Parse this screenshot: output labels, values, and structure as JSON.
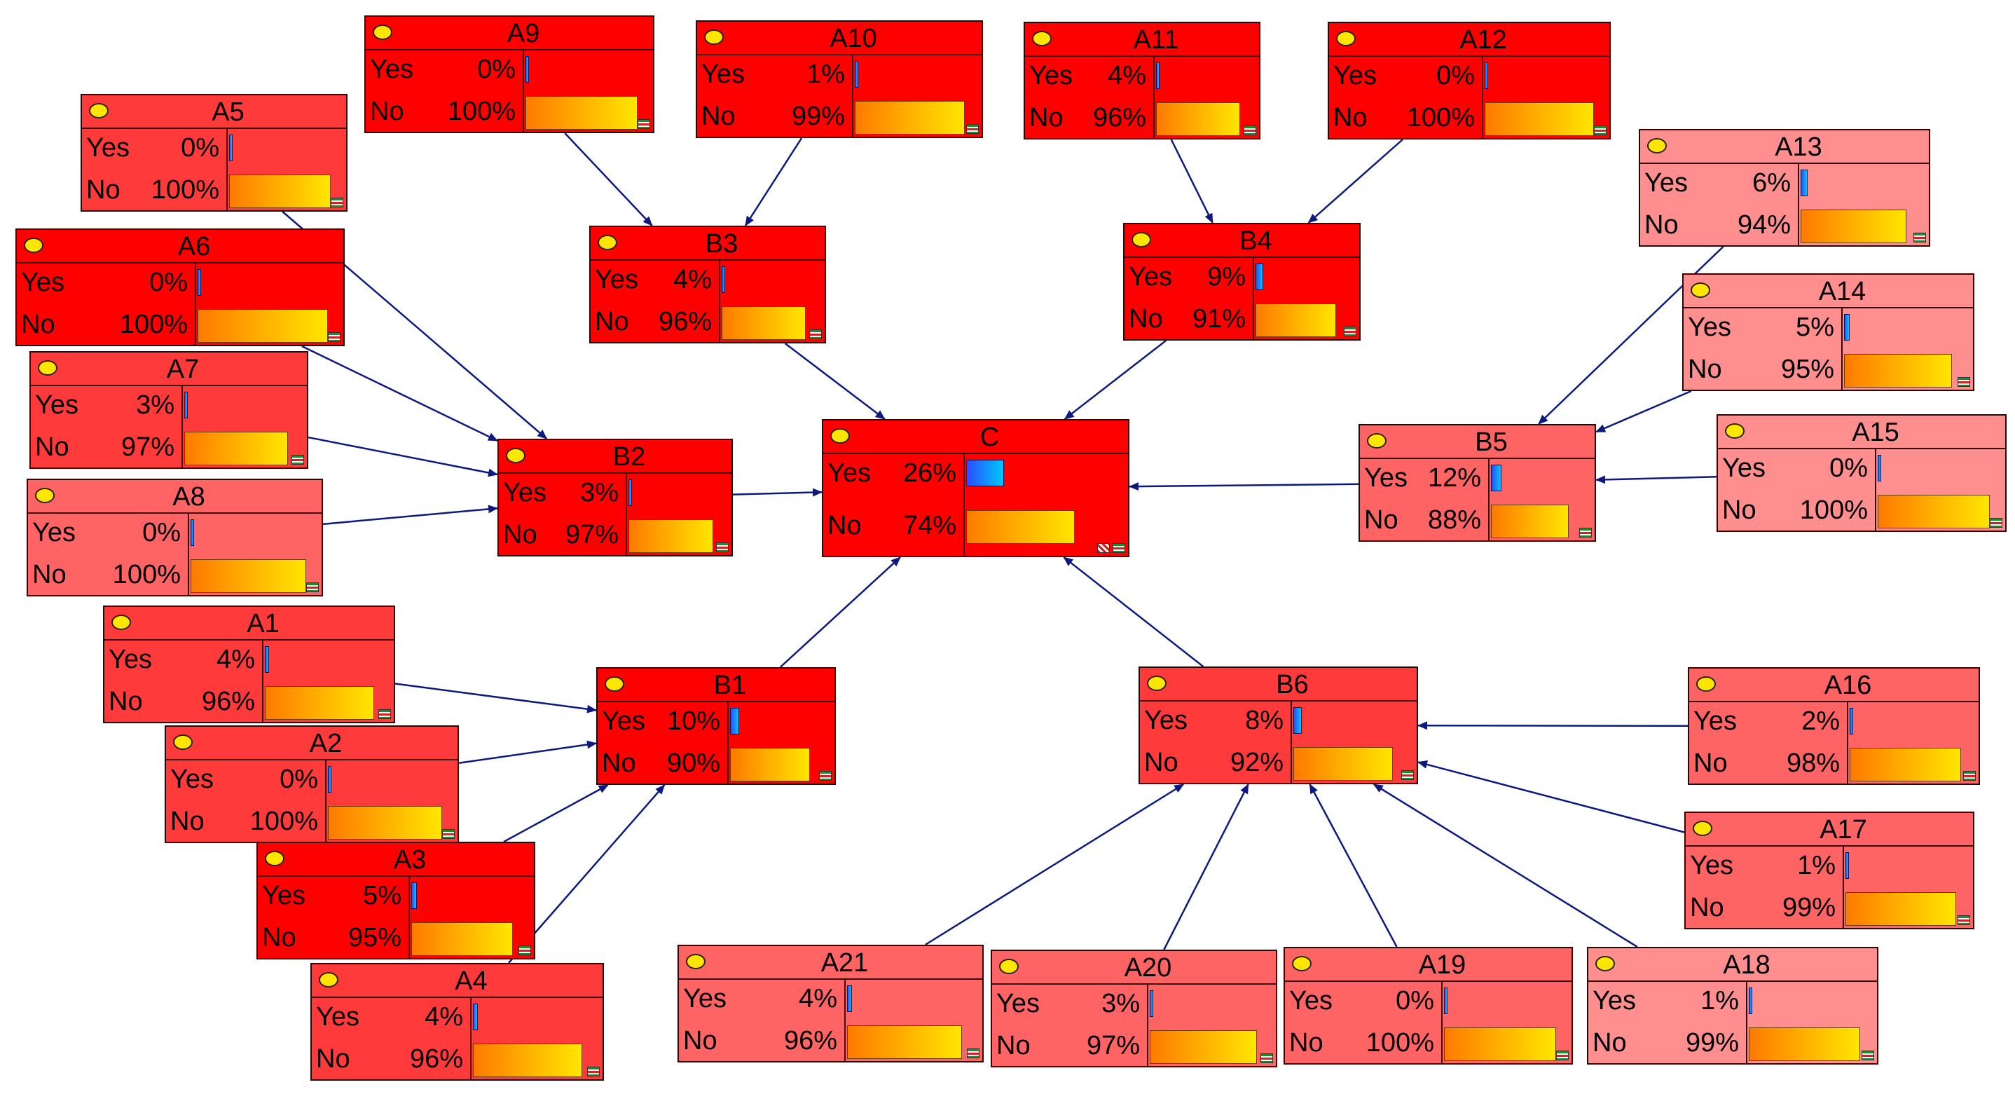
{
  "colors": {
    "dark": "#ff0000",
    "mid": "#ff3a3a",
    "light": "#ff6464",
    "pale": "#ff8f8f",
    "edge": "#0c1a80"
  },
  "nodes": [
    {
      "id": "A9",
      "name": "A9",
      "yes": "0%",
      "no": "100%",
      "prob": 0.0,
      "shade": "dark"
    },
    {
      "id": "A10",
      "name": "A10",
      "yes": "1%",
      "no": "99%",
      "prob": 0.01,
      "shade": "dark"
    },
    {
      "id": "A11",
      "name": "A11",
      "yes": "4%",
      "no": "96%",
      "prob": 0.04,
      "shade": "dark"
    },
    {
      "id": "A12",
      "name": "A12",
      "yes": "0%",
      "no": "100%",
      "prob": 0.0,
      "shade": "dark"
    },
    {
      "id": "A5",
      "name": "A5",
      "yes": "0%",
      "no": "100%",
      "prob": 0.0,
      "shade": "mid"
    },
    {
      "id": "A6",
      "name": "A6",
      "yes": "0%",
      "no": "100%",
      "prob": 0.0,
      "shade": "dark"
    },
    {
      "id": "A7",
      "name": "A7",
      "yes": "3%",
      "no": "97%",
      "prob": 0.03,
      "shade": "mid"
    },
    {
      "id": "A8",
      "name": "A8",
      "yes": "0%",
      "no": "100%",
      "prob": 0.0,
      "shade": "light"
    },
    {
      "id": "A13",
      "name": "A13",
      "yes": "6%",
      "no": "94%",
      "prob": 0.06,
      "shade": "pale"
    },
    {
      "id": "A14",
      "name": "A14",
      "yes": "5%",
      "no": "95%",
      "prob": 0.05,
      "shade": "pale"
    },
    {
      "id": "A15",
      "name": "A15",
      "yes": "0%",
      "no": "100%",
      "prob": 0.0,
      "shade": "pale"
    },
    {
      "id": "B3",
      "name": "B3",
      "yes": "4%",
      "no": "96%",
      "prob": 0.04,
      "shade": "dark"
    },
    {
      "id": "B4",
      "name": "B4",
      "yes": "9%",
      "no": "91%",
      "prob": 0.09,
      "shade": "dark"
    },
    {
      "id": "B2",
      "name": "B2",
      "yes": "3%",
      "no": "97%",
      "prob": 0.03,
      "shade": "dark"
    },
    {
      "id": "C",
      "name": "C",
      "yes": "26%",
      "no": "74%",
      "prob": 0.26,
      "shade": "dark"
    },
    {
      "id": "B5",
      "name": "B5",
      "yes": "12%",
      "no": "88%",
      "prob": 0.12,
      "shade": "light"
    },
    {
      "id": "A1",
      "name": "A1",
      "yes": "4%",
      "no": "96%",
      "prob": 0.04,
      "shade": "mid"
    },
    {
      "id": "A2",
      "name": "A2",
      "yes": "0%",
      "no": "100%",
      "prob": 0.0,
      "shade": "mid"
    },
    {
      "id": "A3",
      "name": "A3",
      "yes": "5%",
      "no": "95%",
      "prob": 0.05,
      "shade": "dark"
    },
    {
      "id": "A4",
      "name": "A4",
      "yes": "4%",
      "no": "96%",
      "prob": 0.04,
      "shade": "mid"
    },
    {
      "id": "B1",
      "name": "B1",
      "yes": "10%",
      "no": "90%",
      "prob": 0.1,
      "shade": "dark"
    },
    {
      "id": "B6",
      "name": "B6",
      "yes": "8%",
      "no": "92%",
      "prob": 0.08,
      "shade": "mid"
    },
    {
      "id": "A16",
      "name": "A16",
      "yes": "2%",
      "no": "98%",
      "prob": 0.02,
      "shade": "light"
    },
    {
      "id": "A17",
      "name": "A17",
      "yes": "1%",
      "no": "99%",
      "prob": 0.01,
      "shade": "light"
    },
    {
      "id": "A21",
      "name": "A21",
      "yes": "4%",
      "no": "96%",
      "prob": 0.04,
      "shade": "light"
    },
    {
      "id": "A20",
      "name": "A20",
      "yes": "3%",
      "no": "97%",
      "prob": 0.03,
      "shade": "light"
    },
    {
      "id": "A19",
      "name": "A19",
      "yes": "0%",
      "no": "100%",
      "prob": 0.0,
      "shade": "light"
    },
    {
      "id": "A18",
      "name": "A18",
      "yes": "1%",
      "no": "99%",
      "prob": 0.01,
      "shade": "pale"
    }
  ],
  "labels": {
    "yes": "Yes",
    "no": "No"
  },
  "edges": [
    [
      "A9",
      "B3"
    ],
    [
      "A10",
      "B3"
    ],
    [
      "A11",
      "B4"
    ],
    [
      "A12",
      "B4"
    ],
    [
      "A5",
      "B2"
    ],
    [
      "A6",
      "B2"
    ],
    [
      "A7",
      "B2"
    ],
    [
      "A8",
      "B2"
    ],
    [
      "A13",
      "B5"
    ],
    [
      "A14",
      "B5"
    ],
    [
      "A15",
      "B5"
    ],
    [
      "A1",
      "B1"
    ],
    [
      "A2",
      "B1"
    ],
    [
      "A3",
      "B1"
    ],
    [
      "A4",
      "B1"
    ],
    [
      "A16",
      "B6"
    ],
    [
      "A17",
      "B6"
    ],
    [
      "A18",
      "B6"
    ],
    [
      "A19",
      "B6"
    ],
    [
      "A20",
      "B6"
    ],
    [
      "A21",
      "B6"
    ],
    [
      "B1",
      "C"
    ],
    [
      "B2",
      "C"
    ],
    [
      "B3",
      "C"
    ],
    [
      "B4",
      "C"
    ],
    [
      "B5",
      "C"
    ],
    [
      "B6",
      "C"
    ]
  ]
}
